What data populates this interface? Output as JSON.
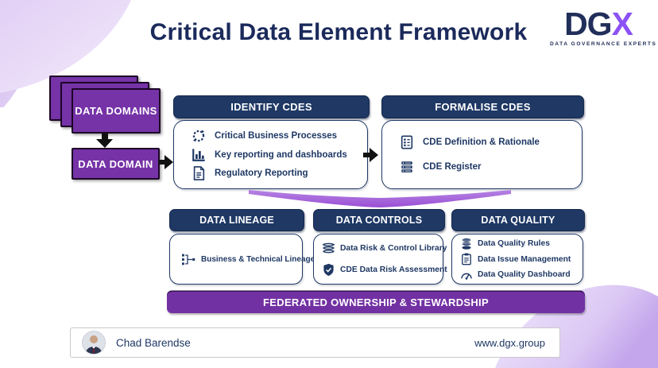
{
  "title": "Critical Data Element Framework",
  "logo": {
    "part1": "DG",
    "part2": "X",
    "tagline": "DATA GOVERNANCE EXPERTS"
  },
  "left_flow": {
    "domains_label": "DATA DOMAINS",
    "domain_label": "DATA DOMAIN"
  },
  "identify": {
    "header": "IDENTIFY CDES",
    "items": [
      "Critical Business Processes",
      "Key reporting and dashboards",
      "Regulatory Reporting"
    ]
  },
  "formalise": {
    "header": "FORMALISE CDES",
    "items": [
      "CDE Definition & Rationale",
      "CDE Register"
    ]
  },
  "lineage": {
    "header": "DATA LINEAGE",
    "items": [
      "Business & Technical Lineage"
    ]
  },
  "controls": {
    "header": "DATA CONTROLS",
    "items": [
      "Data Risk & Control Library",
      "CDE Data Risk Assessment"
    ]
  },
  "quality": {
    "header": "DATA QUALITY",
    "items": [
      "Data Quality Rules",
      "Data Issue Management",
      "Data Quality Dashboard"
    ]
  },
  "federated_bar": "FEDERATED OWNERSHIP & STEWARDSHIP",
  "footer": {
    "author": "Chad Barendse",
    "website": "www.dgx.group"
  },
  "colors": {
    "navy": "#1F3864",
    "title_navy": "#1B2A5B",
    "purple": "#7633A7",
    "federated_purple": "#7231A3",
    "chevron_purple": "#A05BD6",
    "logo_purple": "#8C52F5"
  }
}
